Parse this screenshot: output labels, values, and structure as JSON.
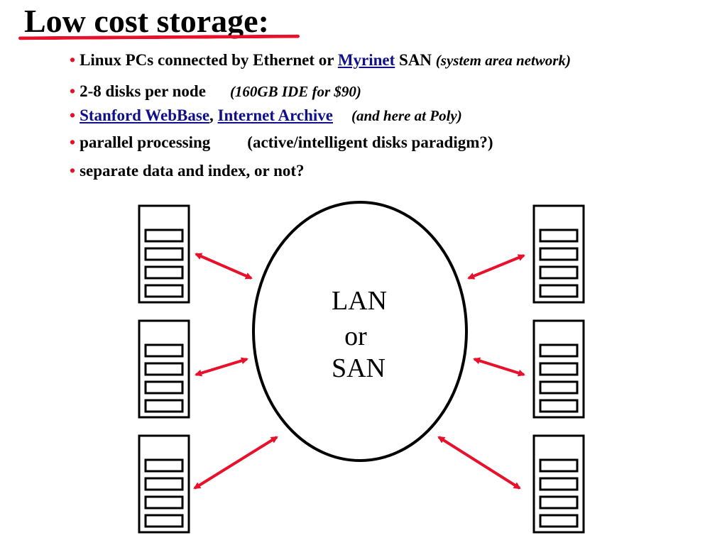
{
  "slide": {
    "title": "Low cost storage:",
    "accent_color": "#e8102a",
    "link_color": "#10108a",
    "bullets": [
      {
        "text": "Linux PCs connected by Ethernet or ",
        "link": "Myrinet",
        "after": " SAN ",
        "note": "(system area network)"
      },
      {
        "text": "2-8 disks per node",
        "note": "(160GB IDE for $90)"
      },
      {
        "link1": "Stanford WebBase",
        "sep": ", ",
        "link2": "Internet Archive",
        "note": "(and here at Poly)"
      },
      {
        "text": "parallel processing",
        "text2": "(active/intelligent disks paradigm?)"
      },
      {
        "text": "separate data and index, or not?"
      }
    ],
    "bullet_char": "•"
  },
  "diagram": {
    "center_label": [
      "LAN",
      "or",
      "SAN"
    ],
    "node_count": 6,
    "disks_per_node": 4,
    "arrow_color": "#e8102a",
    "node_icon": "server-tower-icon"
  }
}
